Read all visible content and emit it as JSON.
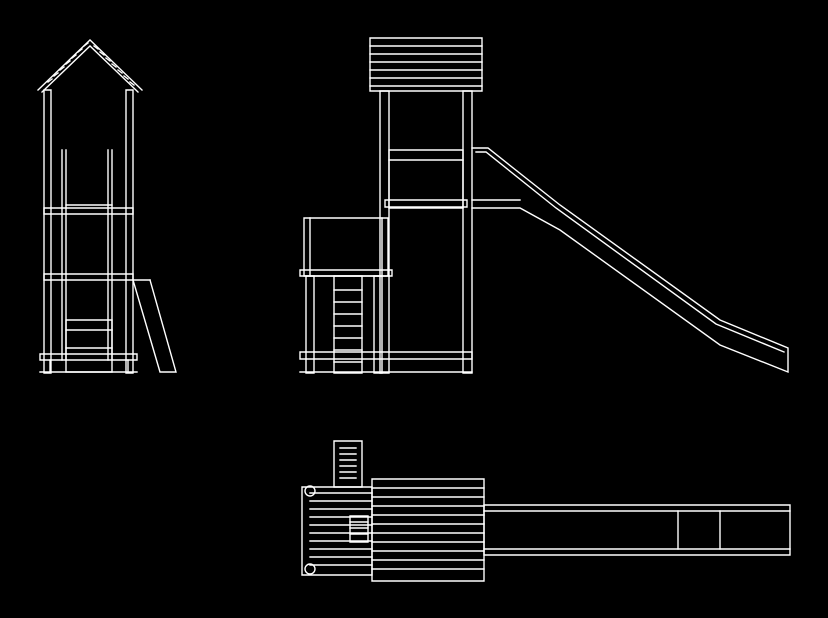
{
  "drawing": {
    "background_color": "#000000",
    "line_color": "#ffffff",
    "views": [
      {
        "name": "side-elevation"
      },
      {
        "name": "front-elevation"
      },
      {
        "name": "plan-view"
      }
    ]
  }
}
